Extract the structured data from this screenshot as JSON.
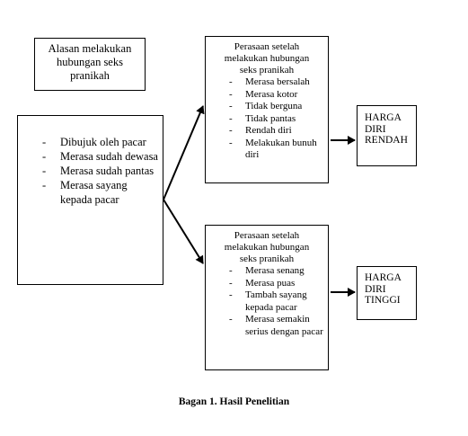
{
  "reasons_title": "Alasan melakukan\nhubungan seks\npranikah",
  "reasons": [
    "Dibujuk oleh pacar",
    "Merasa sudah dewasa",
    "Merasa sudah pantas",
    "Merasa sayang kepada pacar"
  ],
  "negative_feelings": {
    "title": "Perasaan setelah\nmelakukan hubungan\nseks pranikah",
    "items": [
      "Merasa bersalah",
      "Merasa kotor",
      "Tidak berguna",
      "Tidak pantas",
      "Rendah diri",
      "Melakukan bunuh diri"
    ]
  },
  "positive_feelings": {
    "title": "Perasaan setelah\nmelakukan hubungan\nseks pranikah",
    "items": [
      "Merasa senang",
      "Merasa puas",
      "Tambah sayang kepada pacar",
      "Merasa semakin serius dengan pacar"
    ]
  },
  "result_low": "HARGA\nDIRI\nRENDAH",
  "result_high": "HARGA\nDIRI\nTINGGI",
  "caption": "Bagan 1. Hasil Penelitian"
}
